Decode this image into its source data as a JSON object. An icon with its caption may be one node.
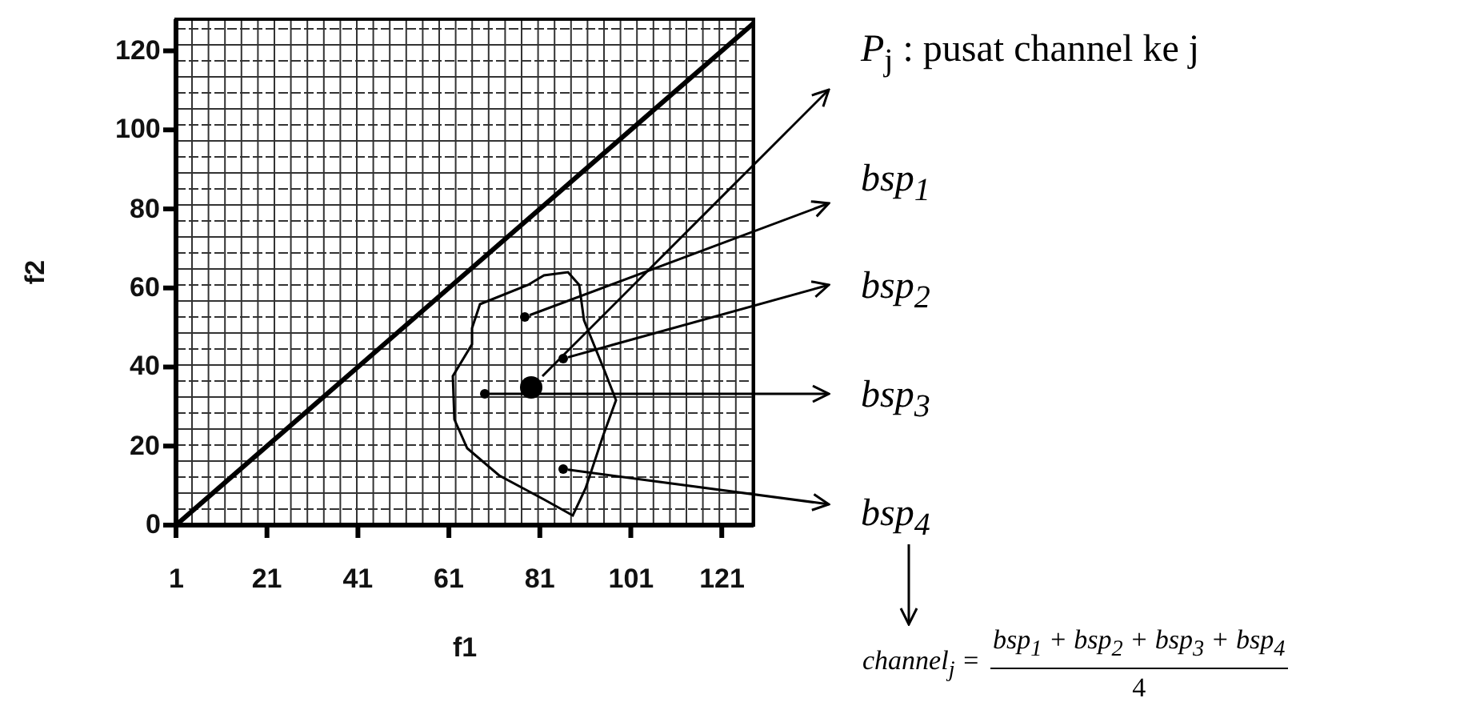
{
  "diagram": {
    "nodes": [
      {
        "text": [
          "*P*$_{j}$ : pusat channel ke j"
        ]
      },
      {
        "text": [
          "bsp$_{1}$"
        ]
      },
      {
        "text": [
          "bsp$_{2}$"
        ]
      },
      {
        "text": [
          "bsp$_{3}$"
        ]
      },
      {
        "text": [
          "bsp$_{4}$"
        ]
      },
      {
        "text": [
          "channel$_{j}$ =",
          "bsp$_{1}$ + bsp$_{2}$ + bsp$_{3}$ + bsp$_{4}$",
          "4"
        ]
      },
      {
        "text": [],
        "shape": "circle"
      },
      {
        "text": [],
        "shape": "circle"
      },
      {
        "text": [],
        "shape": "circle"
      },
      {
        "text": [],
        "shape": "circle"
      },
      {
        "text": [],
        "shape": "circle"
      }
    ],
    "edges": [
      {
        "from": 6,
        "to": 0,
        "arrow": "to"
      },
      {
        "from": 8,
        "to": 1,
        "arrow": "to"
      },
      {
        "from": 9,
        "to": 2,
        "arrow": "to"
      },
      {
        "from": 7,
        "to": 3,
        "arrow": "to"
      },
      {
        "from": 10,
        "to": 4,
        "arrow": "to"
      },
      {
        "from": 4,
        "to": 5,
        "arrow": "to"
      }
    ],
    "chart_data": {
      "type": "line",
      "xlabel": "f1",
      "ylabel": "f2",
      "x": [
        1,
        128
      ],
      "series": [
        {
          "values": [
            0,
            127
          ]
        }
      ],
      "grid": true,
      "xlim": [
        1,
        128
      ],
      "ylim": [
        0,
        128
      ],
      "xticks": [
        1,
        21,
        41,
        61,
        81,
        101,
        121
      ],
      "yticks": [
        0,
        20,
        40,
        60,
        80,
        100,
        120
      ]
    }
  }
}
